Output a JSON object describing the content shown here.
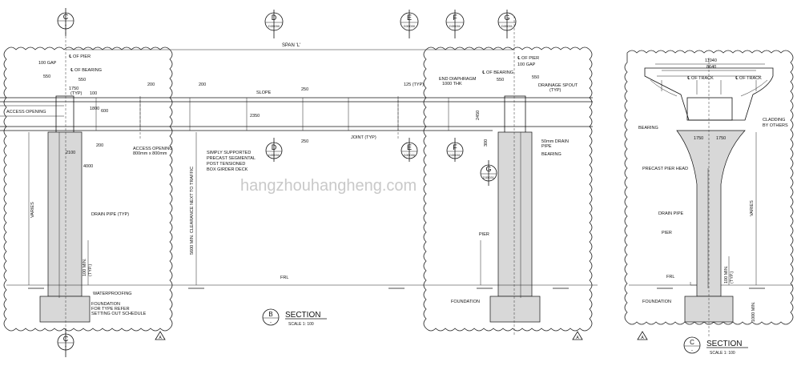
{
  "watermark": "hangzhouhangheng.com",
  "section_markers": {
    "c_top": {
      "letter": "C",
      "ref": "-"
    },
    "d_top": {
      "letter": "D",
      "ref": "D35030"
    },
    "e_top": {
      "letter": "E",
      "ref": "D35030"
    },
    "f_top": {
      "letter": "F",
      "ref": "D35031"
    },
    "g_top": {
      "letter": "G",
      "ref": "D35031"
    },
    "d_mid": {
      "letter": "D",
      "ref": "D35030"
    },
    "e_mid": {
      "letter": "E",
      "ref": "D35030"
    },
    "f_mid": {
      "letter": "F",
      "ref": "D35031"
    },
    "g_mid": {
      "letter": "G",
      "ref": "D35031"
    },
    "c_bottom": {
      "letter": "C",
      "ref": "-"
    }
  },
  "left_view": {
    "span": "SPAN 'L'",
    "cl_pier": "℄ OF PIER",
    "gap_100": "100 GAP",
    "cl_bearing": "℄ OF BEARING",
    "dim_550": "550",
    "dim_550b": "550",
    "dim_1750": "1750",
    "typ": "(TYP)",
    "dim_200a": "200",
    "dim_200b": "200",
    "slope": "SLOPE",
    "dim_250a": "250",
    "dim_250b": "250",
    "dim_125": "125 (TYP)",
    "access_opening": "ACCESS OPENING",
    "dim_1800": "1800",
    "dim_100": "100",
    "dim_600": "600",
    "dim_2350": "2350",
    "dim_2100": "2100",
    "dim_200c": "200",
    "dim_4000": "4000",
    "access_opening_note1": "ACCESS OPENING",
    "access_opening_note2": "800mm x 800mm",
    "simply_note1": "SIMPLY SUPPORTED",
    "simply_note2": "PRECAST SEGMENTAL",
    "simply_note3": "POST TENSIONED",
    "simply_note4": "BOX GIRDER DECK",
    "joint": "JOINT (TYP)",
    "varies": "VARIES",
    "drain_pipe": "DRAIN PIPE (TYP)",
    "clearance": "5600 MIN. CLEARANCE NEXT TO TRAFFIC",
    "min_100": "100 MIN.",
    "typ2": "(TYP.)",
    "waterproofing": "WATERPROOFING",
    "foundation1": "FOUNDATION",
    "foundation2": "FOR TYPE REFER",
    "foundation3": "SETTING OUT SCHEDULE",
    "frl": "FRL",
    "section_letter": "B",
    "section_ref": "-",
    "section_title": "SECTION",
    "section_scale": "SCALE 1: 100",
    "end_diaphragm1": "END DIAPHRAGM",
    "end_diaphragm2": "1000 THK",
    "cl_pier_r": "℄ OF PIER",
    "gap_100_r": "100 GAP",
    "cl_bearing_r": "℄ OF BEARING",
    "dim_550_r": "550",
    "dim_550_r2": "550",
    "drainage1": "DRAINAGE SPOUT",
    "drainage2": "(TYP)",
    "dim_2450": "2450",
    "dim_300": "300",
    "drain_pipe_50_1": "50mm DRAIN",
    "drain_pipe_50_2": "PIPE",
    "bearing": "BEARING",
    "pier": "PIER",
    "foundation_r": "FOUNDATION"
  },
  "right_view": {
    "dim_11040": "11040",
    "dim_8640": "8640",
    "cl_track1": "℄ OF TRACK",
    "cl_track2": "℄ OF TRACK",
    "bearing": "BEARING",
    "cladding1": "CLADDING",
    "cladding2": "BY OTHERS",
    "dim_1750a": "1750",
    "dim_1750b": "1750",
    "precast_head": "PRECAST PIER HEAD",
    "drain_pipe": "DRAIN PIPE",
    "pier": "PIER",
    "varies": "VARIES",
    "min_100": "100 MIN.",
    "typ": "(TYP.)",
    "frl": "FRL",
    "foundation": "FOUNDATION",
    "min_1000": "1000 MIN.",
    "section_letter": "C",
    "section_ref": "-",
    "section_title": "SECTION",
    "section_scale": "SCALE 1: 100"
  },
  "north_marks": [
    "A",
    "A",
    "A"
  ]
}
